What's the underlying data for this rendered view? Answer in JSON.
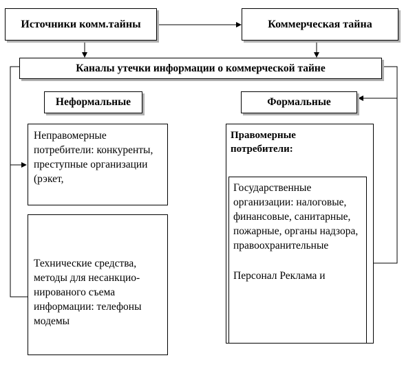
{
  "top": {
    "sources": "Источники комм.тайны",
    "secret": "Коммерческая тайна"
  },
  "channels": "Каналы утечки информации о коммерческой тайне",
  "informal": {
    "title": "Неформальные",
    "illegal_consumers": "Неправомерные потребители: конкуренты, преступные организации (рэкет,",
    "technical_means": "Технические средства, методы для несанкцио-нированого съема информации: телефоны модемы"
  },
  "formal": {
    "title": "Формальные",
    "legal_consumers": "Правомерные потребители:",
    "state_orgs": "Государственные организации: налоговые, финансовые, санитарные, пожарные, органы надзора, правоохранительные",
    "personnel": "Персонал Реклама и"
  }
}
